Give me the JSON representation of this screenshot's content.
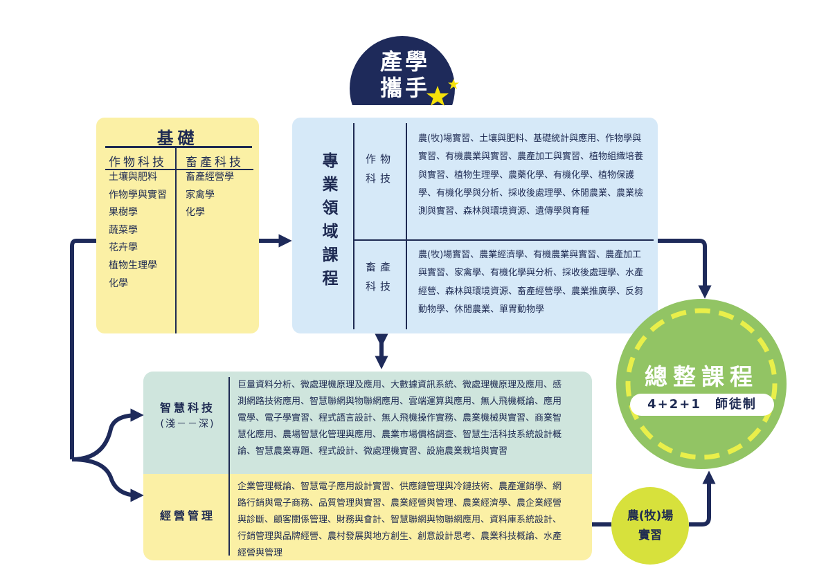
{
  "badge": {
    "line1": "產學",
    "line2": "攜手"
  },
  "basic": {
    "title": "基礎",
    "crop_header": "作物科技",
    "animal_header": "畜產科技",
    "crop_items": [
      "土壤與肥料",
      "作物學與實習",
      "果樹學",
      "蔬菜學",
      "花卉學",
      "植物生理學",
      "化學"
    ],
    "animal_items": [
      "畜產經營學",
      "家禽學",
      "化學"
    ]
  },
  "professional": {
    "title_chars": [
      "專",
      "業",
      "領",
      "域",
      "課",
      "程"
    ],
    "crop_label_1": "作物",
    "crop_label_2": "科技",
    "crop_text": "農(牧)場實習、土壤與肥料、基礎統計與應用、作物學與實習、有機農業與實習、農產加工與實習、植物組織培養與實習、植物生理學、農藥化學、有機化學、植物保護學、有機化學與分析、採收後處理學、休閒農業、農業檢測與實習、森林與環境資源、遺傳學與育種",
    "animal_label_1": "畜產",
    "animal_label_2": "科技",
    "animal_text": "農(牧)場實習、農業經濟學、有機農業與實習、農產加工與實習、家禽學、有機化學與分析、採收後處理學、水產經營、森林與環境資源、畜產經營學、農業推廣學、反芻動物學、休閒農業、單胃動物學"
  },
  "smart_tech": {
    "title": "智慧科技",
    "subtitle": "(淺－－深)",
    "text": "巨量資料分析、微處理機原理及應用、大數據資訊系統、微處理機原理及應用、感測網路技術應用、智慧聯網與物聯網應用、雲端運算與應用、無人飛機概論、應用電學、電子學實習、程式語言設計、無人飛機操作實務、農業機械與實習、商業智慧化應用、農場智慧化管理與應用、農業市場價格調查、智慧生活科技系統設計概論、智慧農業專題、程式設計、微處理機實習、設施農業栽培與實習"
  },
  "business": {
    "title": "經營管理",
    "text": "企業管理概論、智慧電子應用設計實習、供應鏈管理與冷鏈技術、農產運銷學、網路行銷與電子商務、品質管理與實習、農業經營與管理、農業經濟學、農企業經營與診斷、顧客關係管理、財務與會計、智慧聯網與物聯網應用、資料庫系統設計、行銷管理與品牌經營、農村發展與地方創生、創意設計思考、農業科技概論、水產經營與管理"
  },
  "integration": {
    "title": "總整課程",
    "subtitle": "4+2+1　師徒制"
  },
  "farm": {
    "line1": "農(牧)場",
    "line2": "實習"
  },
  "colors": {
    "navy": "#1e2a5a",
    "basic_bg": "#fbf0a5",
    "pro_bg": "#d6e9f8",
    "smart_bg": "#cfe5dd",
    "integ_green": "#92c464",
    "dash_yellow": "#e9ef4a",
    "farm_yellow": "#d7e13c",
    "star": "#f5e10a"
  }
}
